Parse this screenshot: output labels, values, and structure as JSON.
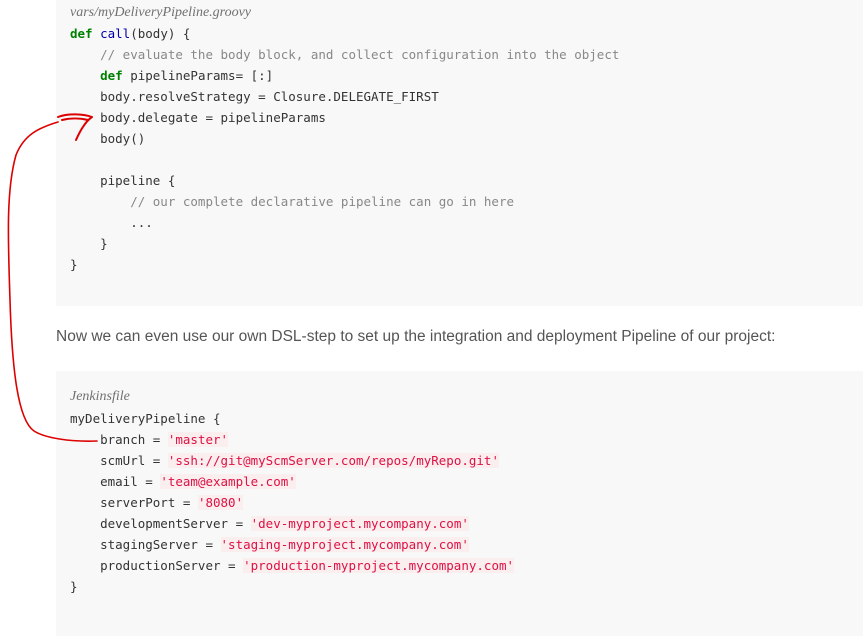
{
  "block1": {
    "title": "vars/myDeliveryPipeline.groovy",
    "lines": {
      "l1_kw": "def",
      "l1_fn": "call",
      "l1_rest": "(body) {",
      "l2": "    // evaluate the body block, and collect configuration into the object",
      "l3_indent": "    ",
      "l3_kw": "def",
      "l3_rest": " pipelineParams= [:]",
      "l4": "    body.resolveStrategy = Closure.DELEGATE_FIRST",
      "l5": "    body.delegate = pipelineParams",
      "l6": "    body()",
      "l7": "    pipeline {",
      "l8": "        // our complete declarative pipeline can go in here",
      "l9": "        ...",
      "l10": "    }",
      "l11": "}"
    }
  },
  "prose": "Now we can even use our own DSL-step to set up the integration and deployment Pipeline of our project:",
  "block2": {
    "title": "Jenkinsfile",
    "open": "myDeliveryPipeline {",
    "params": [
      {
        "key": "    branch = ",
        "value": "'master'"
      },
      {
        "key": "    scmUrl = ",
        "value": "'ssh://git@myScmServer.com/repos/myRepo.git'"
      },
      {
        "key": "    email = ",
        "value": "'team@example.com'"
      },
      {
        "key": "    serverPort = ",
        "value": "'8080'"
      },
      {
        "key": "    developmentServer = ",
        "value": "'dev-myproject.mycompany.com'"
      },
      {
        "key": "    stagingServer = ",
        "value": "'staging-myproject.mycompany.com'"
      },
      {
        "key": "    productionServer = ",
        "value": "'production-myproject.mycompany.com'"
      }
    ],
    "close": "}"
  },
  "colors": {
    "annotation": "#dd0000",
    "keyword": "#008000",
    "function": "#0000aa",
    "string": "#dd1144",
    "comment": "#888888"
  }
}
